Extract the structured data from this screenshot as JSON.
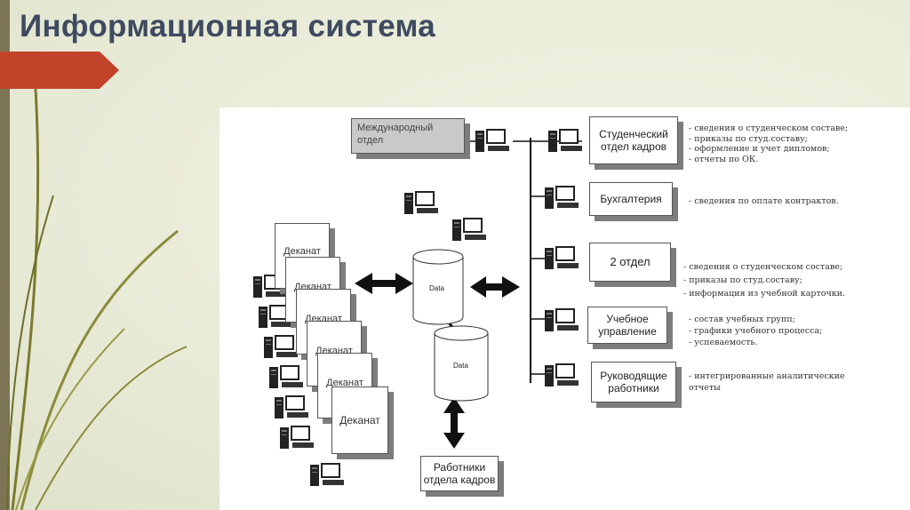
{
  "slide": {
    "title": "Информационная система"
  },
  "colors": {
    "title": "#3f4a60",
    "accent_red": "#c0432a",
    "grass": "#7a7a2e",
    "sidebar": "#7b7555"
  },
  "diagram": {
    "international_dept": [
      "Международный",
      "отдел"
    ],
    "database_label": "Data",
    "archive_label": "Data",
    "deanery_label": "Деканат",
    "hr_staff": [
      "Работники",
      "отдела кадров"
    ],
    "departments": [
      {
        "name": [
          "Студенческий",
          "отдел кадров"
        ],
        "notes": [
          "- сведения о студенческом составе;",
          "- приказы по студ.составу;",
          "- оформление и учет дипломов;",
          "- отчеты по ОК."
        ]
      },
      {
        "name": [
          "Бухгалтерия"
        ],
        "notes": [
          "- сведения по оплате контрактов."
        ]
      },
      {
        "name": [
          "2 отдел"
        ],
        "notes": [
          "- сведения о студенческом составе;",
          "- приказы по студ.составу;",
          "- информация из учебной карточки."
        ]
      },
      {
        "name": [
          "Учебное",
          "управление"
        ],
        "notes": [
          "- состав учебных групп;",
          "- графики учебного процесса;",
          "- успеваемость."
        ]
      },
      {
        "name": [
          "Руководящие",
          "работники"
        ],
        "notes": [
          "- интегрированные аналитические",
          "  отчеты"
        ]
      }
    ]
  }
}
